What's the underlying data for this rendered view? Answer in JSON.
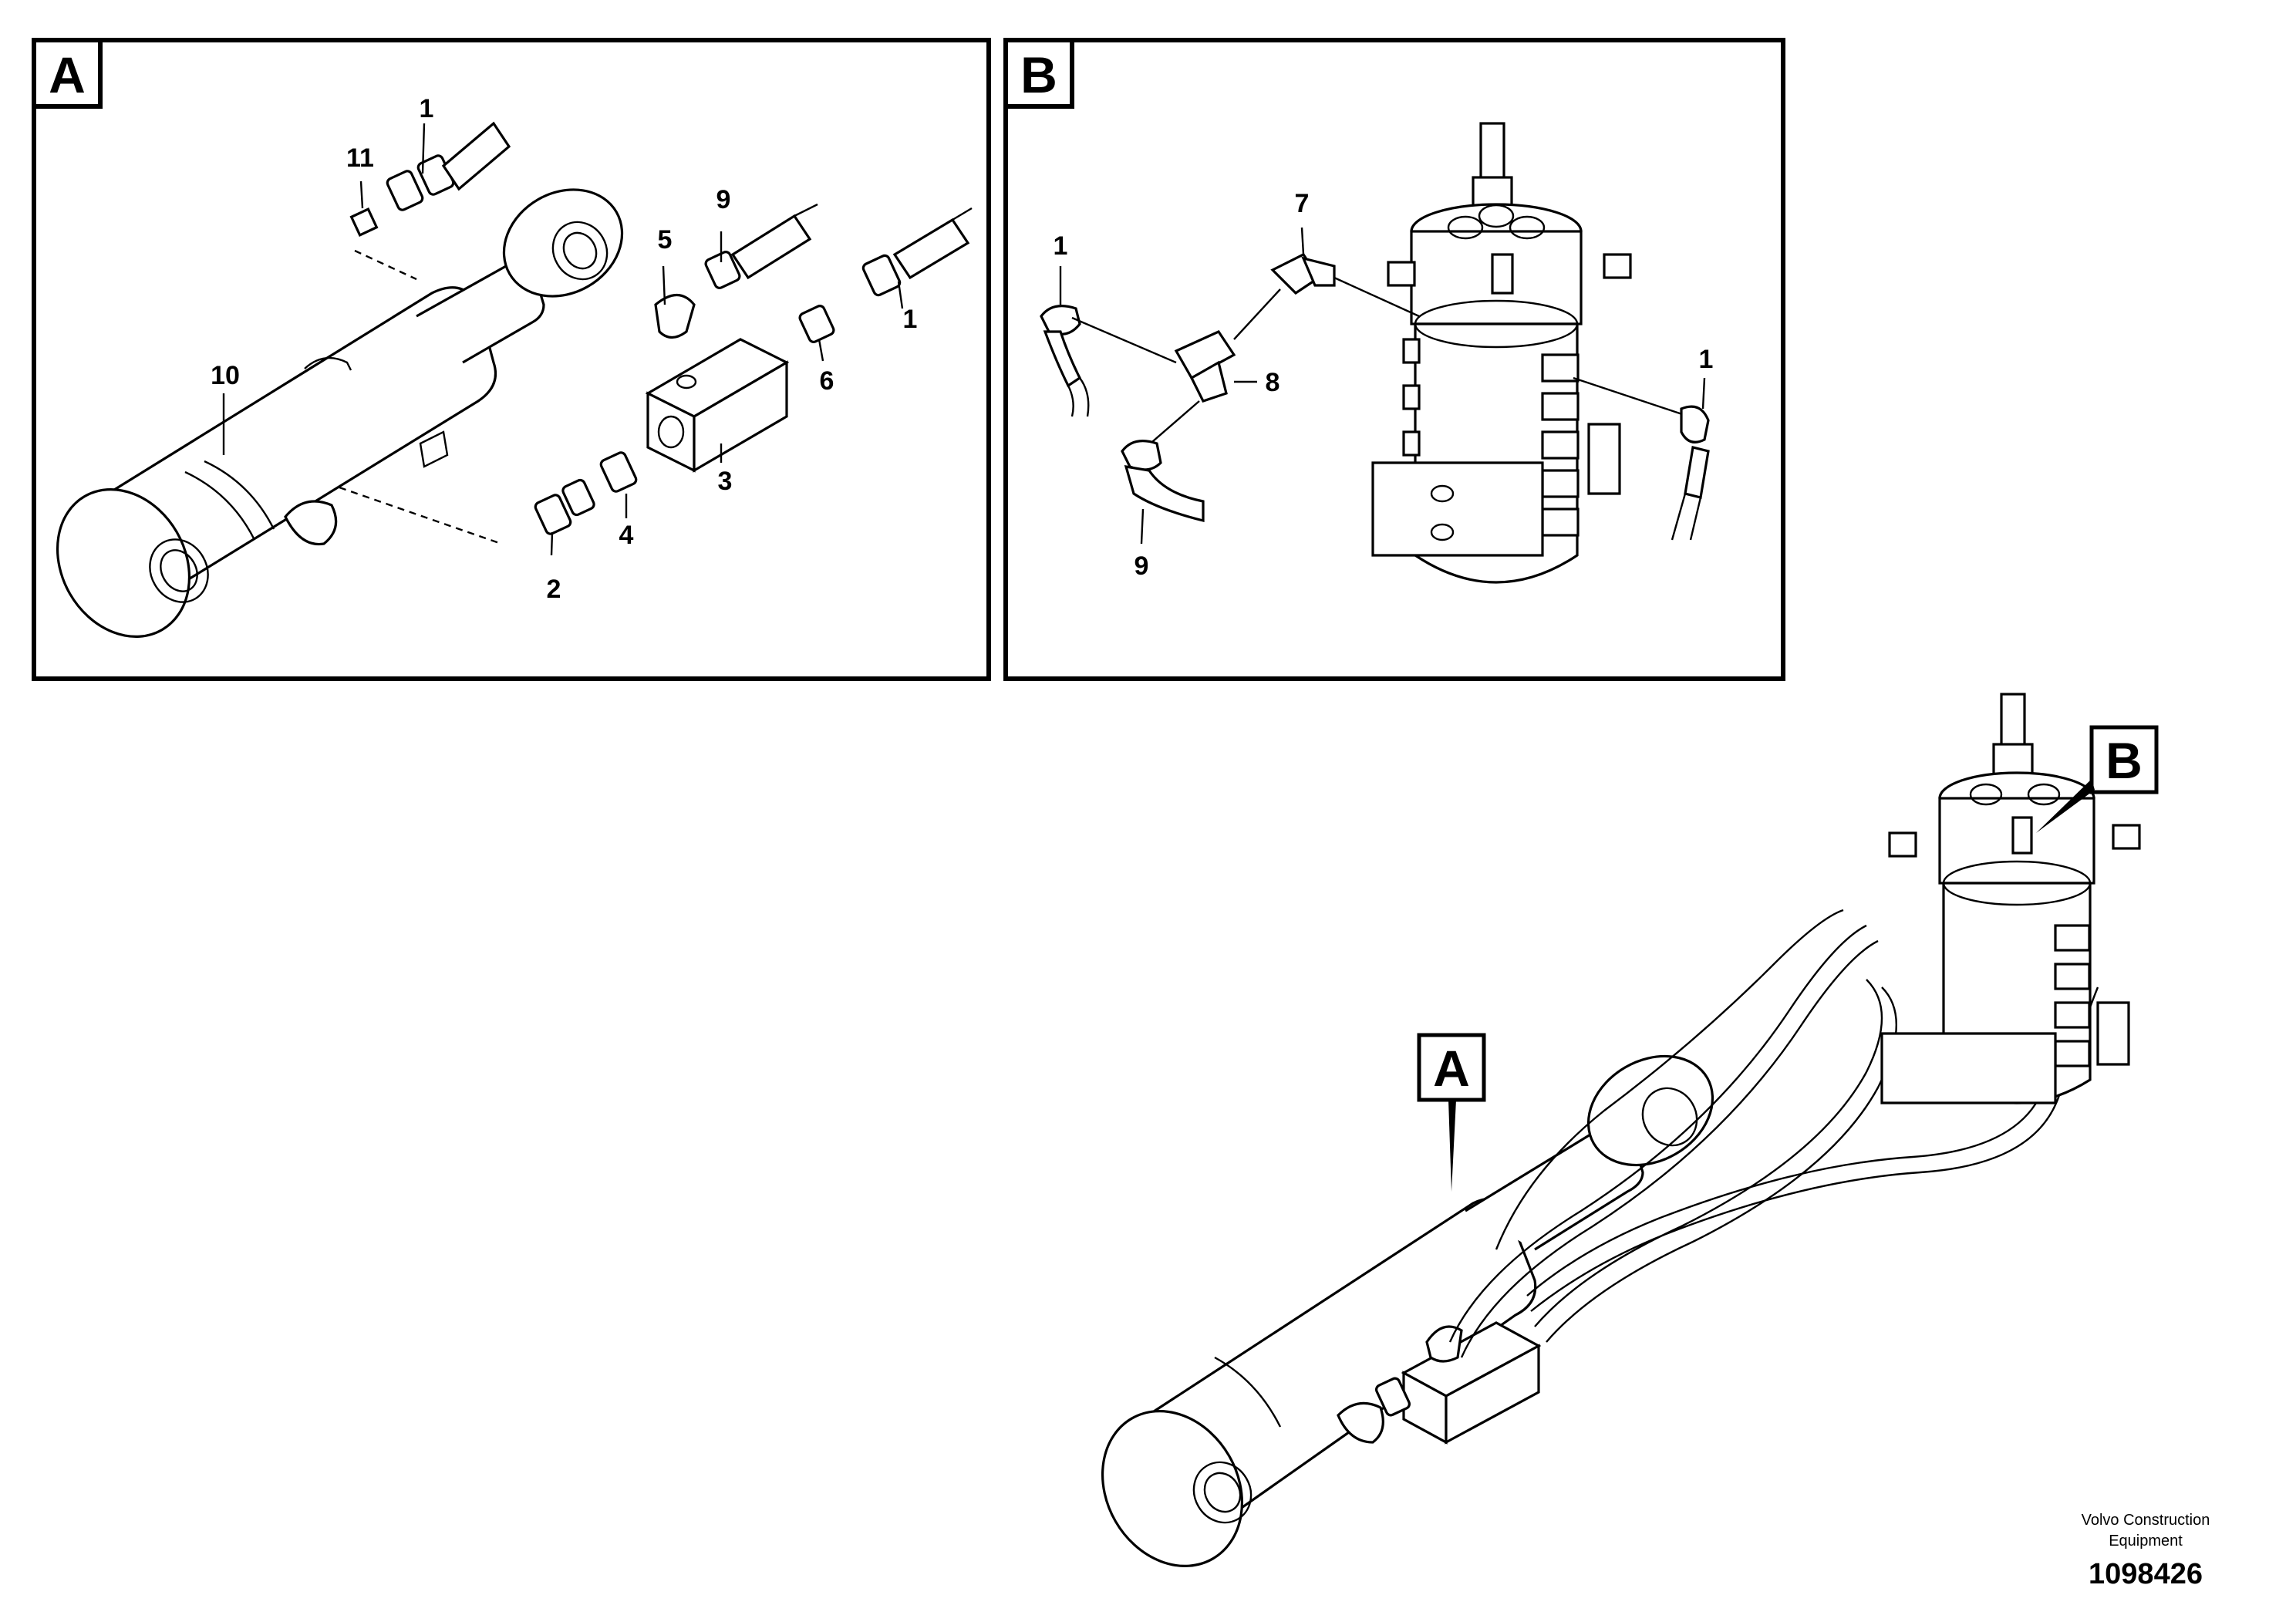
{
  "panels": [
    {
      "id": "A",
      "badge": "A",
      "callouts": [
        "1",
        "11",
        "9",
        "5",
        "1",
        "6",
        "10",
        "3",
        "4",
        "2"
      ]
    },
    {
      "id": "B",
      "badge": "B",
      "callouts": [
        "1",
        "7",
        "8",
        "9",
        "1"
      ]
    }
  ],
  "overview": {
    "pointer_a": "A",
    "pointer_b": "B"
  },
  "footer": {
    "company": "Volvo Construction Equipment",
    "company_line1": "Volvo Construction",
    "company_line2": "Equipment",
    "illustration_number": "1098426"
  },
  "colors": {
    "line": "#000000",
    "background": "#ffffff"
  }
}
